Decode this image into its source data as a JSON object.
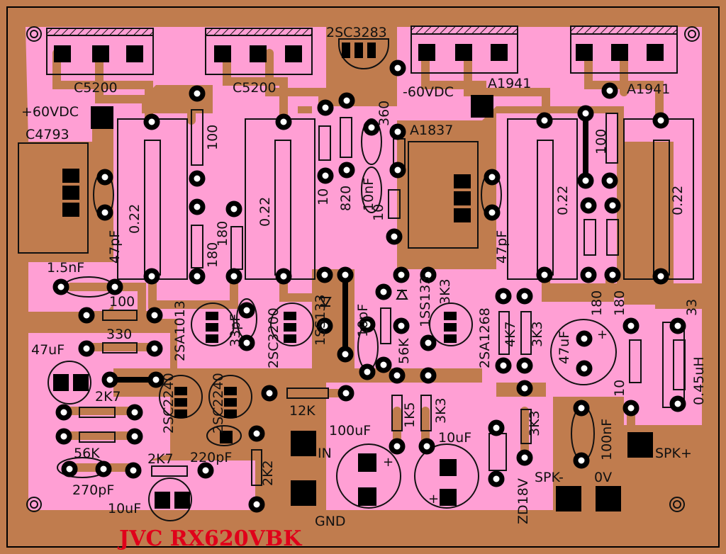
{
  "title": "JVC RX620VBK",
  "colors": {
    "board": "#c07c4e",
    "copper": "#ff9fd4",
    "pad": "#000000",
    "silk": "#111111",
    "title": "#e0001a"
  },
  "labels": {
    "q_top1": "C5200",
    "q_top2": "C5200",
    "q_top3": "A1941",
    "q_top4": "A1941",
    "q_top5": "2SC3283",
    "plus_supply": "+60VDC",
    "minus_supply": "-60VDC",
    "q_driver1": "C4793",
    "q_driver2": "A1837",
    "cap_1n5": "1.5nF",
    "cap_47p_left": "47pF",
    "cap_47p_right": "47pF",
    "r_022_1": "0.22",
    "r_022_2": "0.22",
    "r_022_3": "0.22",
    "r_022_4": "0.22",
    "r_100_a": "100",
    "r_180_a": "180",
    "r_180_b": "180",
    "r_360": "360",
    "r_10_a": "10",
    "r_820": "820",
    "cap_10n": "10nF",
    "r_10_b": "10",
    "r_100_b": "100",
    "r_180_c": "180",
    "r_180_d": "180",
    "r_33": "33",
    "ind_045": "0.45uH",
    "r_10_c": "10",
    "cap_100n": "100nF",
    "r_100_c": "100",
    "r_330": "330",
    "cap_47u_left": "47uF",
    "r_2k7_a": "2K7",
    "r_56k_a": "56K",
    "cap_270p": "270pF",
    "r_2k7_b": "2K7",
    "cap_10u_left": "10uF",
    "q_2sa1013": "2SA1013",
    "cap_33p": "33pF",
    "q_2sc3200": "2SC3200",
    "q_2sc2240_a": "2SC2240",
    "q_2sc2240_b": "2SC2240",
    "cap_220p": "220pF",
    "r_2k2": "2K2",
    "r_12k": "12K",
    "d_1ss133_a": "1SS133",
    "d_1ss133_b": "1SS133",
    "cap_10p": "10pF",
    "r_56k_b": "56K",
    "r_3k3_a": "3K3",
    "q_2sa1268": "2SA1268",
    "r_4k7": "4K7",
    "r_3k3_b": "3K3",
    "cap_47u_right": "47uF",
    "r_1k5": "1K5",
    "r_3k3_c": "3K3",
    "cap_100u": "100uF",
    "cap_10u_mid": "10uF",
    "r_3k3_d": "3K3",
    "zener": "ZD18V",
    "in_label": "IN",
    "gnd_label": "GND",
    "spk_plus": "SPK+",
    "spk_minus": "SPK-",
    "zero_v": "0V"
  }
}
